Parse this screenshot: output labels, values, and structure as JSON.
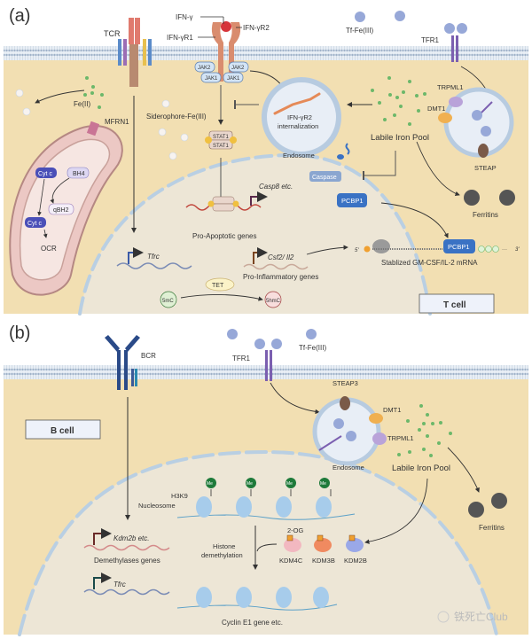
{
  "panel_a": {
    "tag": "(a)",
    "cell_label": "T cell",
    "receptors": {
      "tcr": "TCR",
      "ifn_g": "IFN-γ",
      "ifn_gr1": "IFN-γR1",
      "ifn_gr2": "IFN-γR2",
      "tf_fe": "Tf-Fe(III)",
      "tfr1": "TFR1",
      "jak2": "JAK2",
      "jak1": "JAK1"
    },
    "cytoplasm": {
      "fe2": "Fe(II)",
      "mfrn1": "MFRN1",
      "siderophore": "Siderophore-Fe(III)",
      "endosome_internal": [
        "IFN-γR2",
        "internalization"
      ],
      "endosome": "Endosome",
      "labile_iron_pool": "Labile Iron Pool",
      "trpml1": "TRPML1",
      "dmt1": "DMT1",
      "steap": "STEAP",
      "caspase": "Caspase",
      "pcbp1": "PCBP1",
      "ferritins": "Ferritins"
    },
    "mitochondrion": {
      "cytc": "Cyt c",
      "bh4": "BH4",
      "qbh2": "qBH2",
      "ocr": "OCR"
    },
    "nucleus": {
      "stat1": "STAT1",
      "p": "P",
      "casp8": "Casp8 etc.",
      "pro_apoptotic": "Pro-Apoptotic genes",
      "tfrc": "Tfrc",
      "csf2": "Csf2/ Il2",
      "pro_inflammatory": "Pro-Inflammatory genes",
      "tet": "TET",
      "mc5": "5mC",
      "hmc5": "5hmC"
    },
    "mrna": {
      "five": "5'",
      "three": "3'",
      "g": "G",
      "a": "A",
      "dots": "···",
      "pcbp1": "PCBP1",
      "label": "Stablized GM-CSF/IL-2 mRNA"
    }
  },
  "panel_b": {
    "tag": "(b)",
    "cell_label": "B cell",
    "receptors": {
      "bcr": "BCR",
      "tfr1": "TFR1",
      "tf_fe": "Tf-Fe(III)"
    },
    "cytoplasm": {
      "steap3": "STEAP3",
      "dmt1": "DMT1",
      "trpml1": "TRPML1",
      "endosome": "Endosome",
      "labile_iron_pool": "Labile Iron Pool",
      "ferritins": "Ferritins"
    },
    "nucleus": {
      "me": "Me",
      "h3k9": "H3K9",
      "nucleosome": "Nucleosome",
      "kdm2b_gene": "Kdm2b etc.",
      "demethylases": "Demethylases genes",
      "tfrc": "Tfrc",
      "histone_demethylation": [
        "Histone",
        "demethylation"
      ],
      "og2": "2-OG",
      "kdm4c": "KDM4C",
      "kdm3b": "KDM3B",
      "kdm2b": "KDM2B",
      "cyclin": "Cyclin E1 gene etc."
    }
  },
  "watermark": "铁死亡Club",
  "colors": {
    "cytoplasm": "#f2dfb2",
    "nucleus": "#ede6d6",
    "membrane": "#b9c9dc",
    "iron_green": "#6cb86a",
    "pcbp1": "#3a72c4",
    "caspase": "#8aa6d0",
    "tfr1": "#7b5fb0",
    "bcr": "#2a4a88"
  }
}
